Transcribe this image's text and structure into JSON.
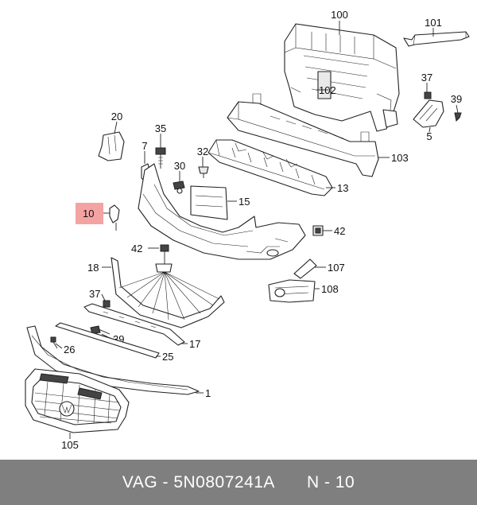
{
  "colors": {
    "highlight": "#f4a3a3",
    "footer_bg": "#7f7f7f",
    "footer_text": "#ffffff"
  },
  "callouts": {
    "c100": "100",
    "c101": "101",
    "c102": "102",
    "c103": "103",
    "c13": "13",
    "c37a": "37",
    "c39a": "39",
    "c5": "5",
    "c20": "20",
    "c35": "35",
    "c7": "7",
    "c32": "32",
    "c30": "30",
    "c15": "15",
    "c10": "10",
    "c42a": "42",
    "c42b": "42",
    "c107": "107",
    "c108": "108",
    "c18": "18",
    "c37b": "37",
    "c39b": "39",
    "c17": "17",
    "c26": "26",
    "c25": "25",
    "c1": "1",
    "c105": "105"
  },
  "footer": {
    "part_ref": "VAG - 5N0807241A",
    "position_ref": "N - 10"
  }
}
